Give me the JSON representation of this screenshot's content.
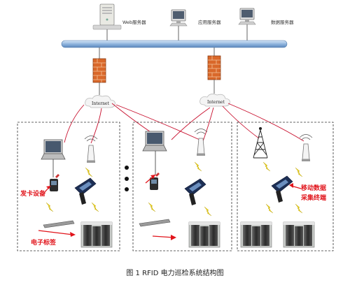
{
  "servers": {
    "web": "Web服务器",
    "app": "应用服务器",
    "db": "数据服务器"
  },
  "internet": [
    "Internet",
    "Internet"
  ],
  "labels": {
    "card_issuer": "发卡设备",
    "rfid_tag": "电子标签",
    "mobile_terminal_line1": "移动数据",
    "mobile_terminal_line2": "采集终端"
  },
  "caption": "图 1 RFID 电力巡检系统结构图",
  "colors": {
    "backbone": "#8fb4dd",
    "link_red": "#c8102e",
    "label_red": "#e1141b",
    "lightning": "#f2d500",
    "firewall": "#d9682a"
  }
}
